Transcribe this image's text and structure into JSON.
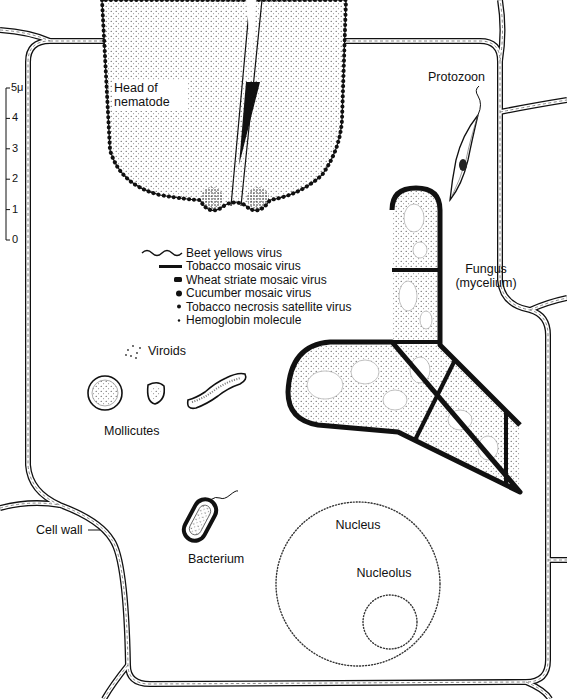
{
  "diagram": {
    "nodes": [
      {
        "text": [
          "Head of nematode"
        ]
      },
      {
        "text": [
          "Nucleus"
        ]
      },
      {
        "text": [
          "Nucleolus"
        ],
        "in": 1
      }
    ],
    "labels": [
      "5μ",
      "4",
      "3",
      "2",
      "1",
      "0",
      "Protozoon",
      "Fungus (mycelium)",
      "Viroids",
      "Mollicutes",
      "Bacterium",
      "Cell wall"
    ],
    "legend": [
      {
        "text": "Beet yellows virus"
      },
      {
        "text": "Tobacco mosaic virus"
      },
      {
        "text": "Wheat striate mosaic virus"
      },
      {
        "text": "Cucumber mosaic virus"
      },
      {
        "text": "Tobacco necrosis satellite virus"
      },
      {
        "text": "Hemoglobin molecule"
      }
    ]
  }
}
